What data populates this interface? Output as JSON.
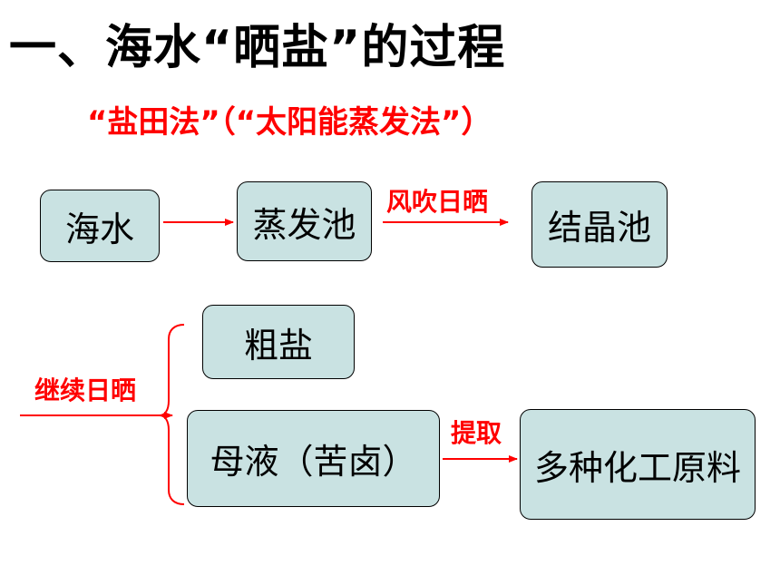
{
  "title": "一、海水“晒盐”的过程",
  "subtitle": "“盐田法”（“太阳能蒸发法”）",
  "boxes": {
    "seawater": "海水",
    "evaporation_pond": "蒸发池",
    "crystallization_pond": "结晶池",
    "crude_salt": "粗盐",
    "mother_liquor": "母液（苦卤）",
    "chemical_materials": "多种化工原料"
  },
  "labels": {
    "wind_sun": "风吹日晒",
    "continue_sun": "继续日晒",
    "extract": "提取"
  },
  "colors": {
    "box_fill": "#c9e2e2",
    "arrow": "#ff0000",
    "label": "#ff0000"
  }
}
